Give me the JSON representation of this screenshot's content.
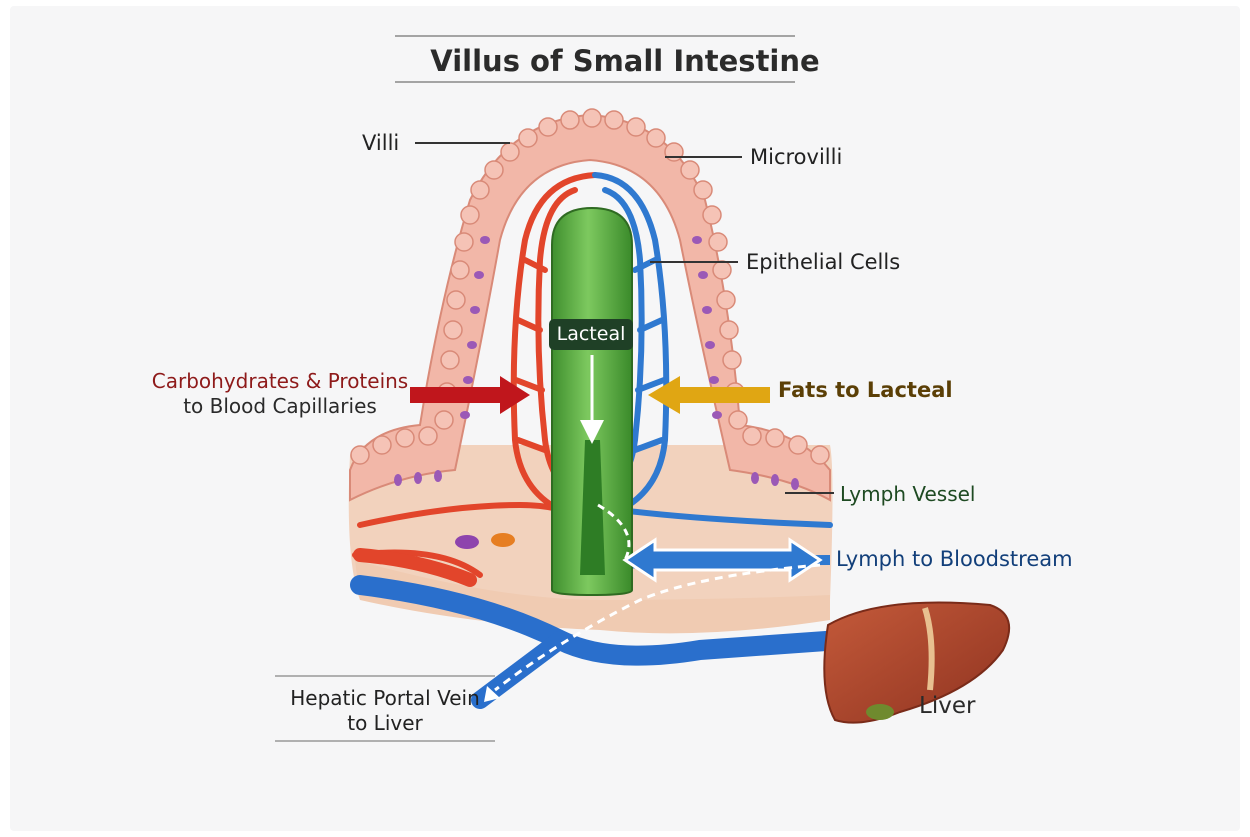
{
  "title": "Villus of Small Intestine",
  "labels": {
    "villi": "Villi",
    "microvilli": "Microvilli",
    "epithelial_cells": "Epithelial Cells",
    "lacteal": "Lacteal",
    "carbohydrates_line1": "Carbohydrates & Proteins",
    "carbohydrates_line2": "to Blood Capillaries",
    "fats": "Fats to Lacteal",
    "lymph_vessel": "Lymph Vessel",
    "lymph_to_bloodstream": "Lymph to Bloodstream",
    "hepatic_line1": "Hepatic Portal Vein",
    "hepatic_line2": "to Liver",
    "liver": "Liver"
  },
  "colors": {
    "artery_red": "#e2452b",
    "vein_blue": "#2f79d0",
    "lacteal_green": "#4fa83b",
    "epithelium_pink": "#f3b5a8",
    "nucleus_purple": "#9b59b6",
    "fat_arrow_gold": "#e0a613",
    "carb_arrow_red": "#c0161c",
    "liver_brown": "#b2492b"
  }
}
